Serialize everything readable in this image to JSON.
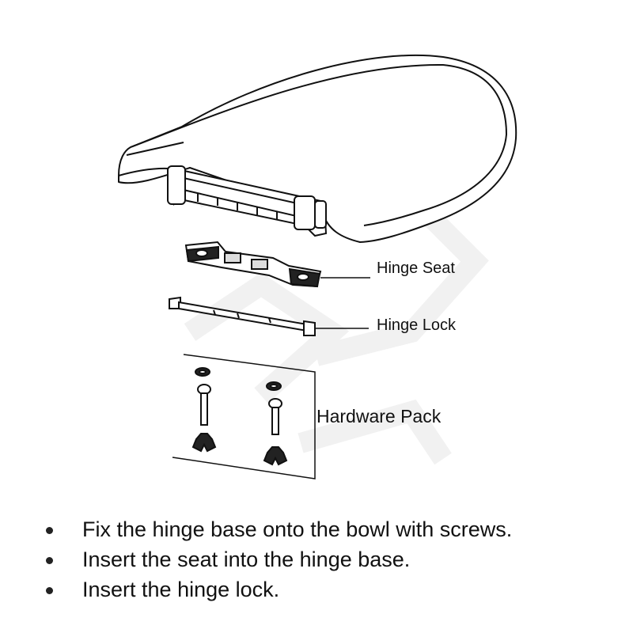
{
  "labels": {
    "hinge_seat": "Hinge Seat",
    "hinge_lock": "Hinge Lock",
    "hardware_pack": "Hardware Pack"
  },
  "steps": [
    "Fix the hinge base onto the bowl with screws.",
    "Insert the seat into the hinge base.",
    "Insert the hinge lock."
  ],
  "colors": {
    "line": "#111111",
    "watermark": "#f3f3f3"
  }
}
